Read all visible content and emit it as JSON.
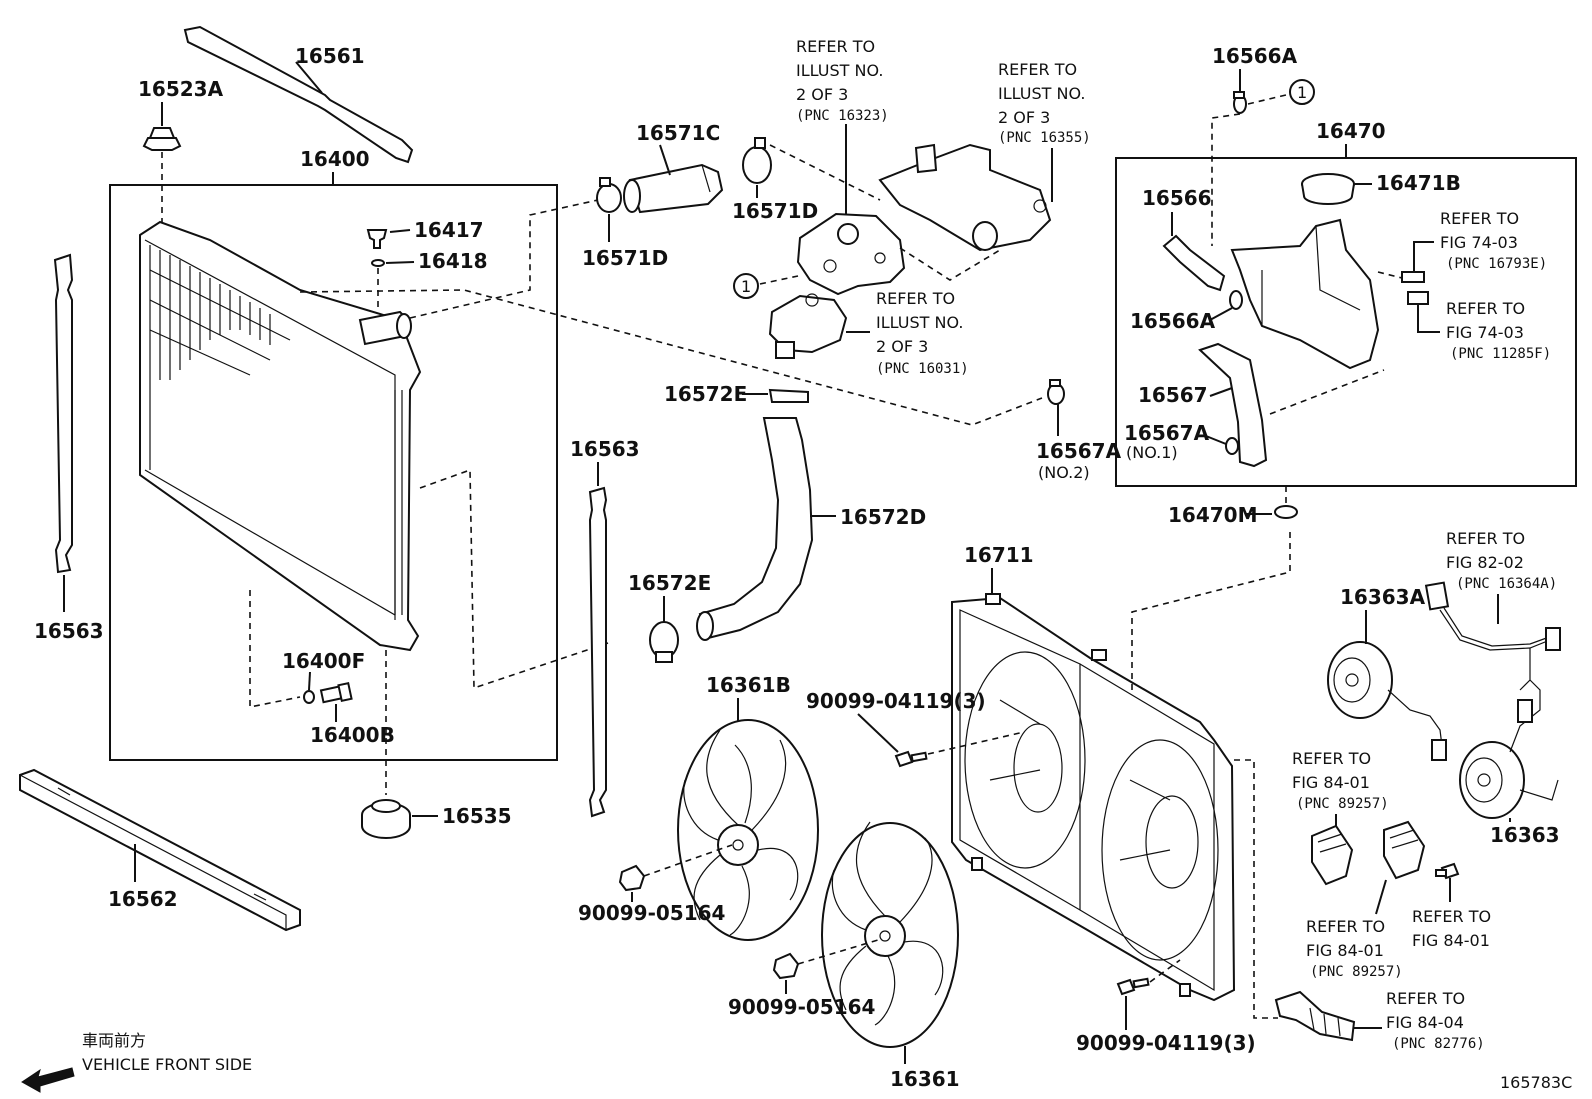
{
  "labels": {
    "p16561": "16561",
    "p16523A": "16523A",
    "p16400": "16400",
    "p16417": "16417",
    "p16418": "16418",
    "p16563_left": "16563",
    "p16563_mid": "16563",
    "p16400F": "16400F",
    "p16400B": "16400B",
    "p16535": "16535",
    "p16562": "16562",
    "p16571C": "16571C",
    "p16571D_a": "16571D",
    "p16571D_b": "16571D",
    "p16572E_top": "16572E",
    "p16572D": "16572D",
    "p16572E_bot": "16572E",
    "p16361B": "16361B",
    "p16361": "16361",
    "p90099_05164_a": "90099-05164",
    "p90099_05164_b": "90099-05164",
    "p90099_04119_a": "90099-04119(3)",
    "p90099_04119_b": "90099-04119(3)",
    "p16711": "16711",
    "p16566A_top": "16566A",
    "p16470": "16470",
    "p16471B": "16471B",
    "p16566": "16566",
    "p16566A_mid": "16566A",
    "p16567": "16567",
    "p16567A": "16567A",
    "p16567A_no1": "(NO.1)",
    "p16567A_2": "16567A",
    "p16567A_no2": "(NO.2)",
    "p16470M": "16470M",
    "p16363A": "16363A",
    "p16363": "16363",
    "circle1_a": "1",
    "circle1_b": "1"
  },
  "refers": {
    "r16323": [
      "REFER TO",
      "ILLUST NO.",
      "2 OF 3",
      "(PNC 16323)"
    ],
    "r16355": [
      "REFER TO",
      "ILLUST NO.",
      "2 OF 3",
      "(PNC 16355)"
    ],
    "r16031": [
      "REFER TO",
      "ILLUST NO.",
      "2 OF 3",
      "(PNC 16031)"
    ],
    "r16793E": [
      "REFER TO",
      "FIG 74-03",
      "(PNC 16793E)"
    ],
    "r11285F": [
      "REFER TO",
      "FIG 74-03",
      "(PNC 11285F)"
    ],
    "r16364A": [
      "REFER TO",
      "FIG 82-02",
      "(PNC 16364A)"
    ],
    "r89257_a": [
      "REFER TO",
      "FIG 84-01",
      "(PNC 89257)"
    ],
    "r89257_b": [
      "REFER TO",
      "FIG 84-01",
      "(PNC 89257)"
    ],
    "r8401": [
      "REFER TO",
      "FIG 84-01"
    ],
    "r82776": [
      "REFER TO",
      "FIG 84-04",
      "(PNC 82776)"
    ]
  },
  "front": {
    "jp": "車両前方",
    "en": "VEHICLE FRONT SIDE"
  },
  "illust_no": "165783C"
}
